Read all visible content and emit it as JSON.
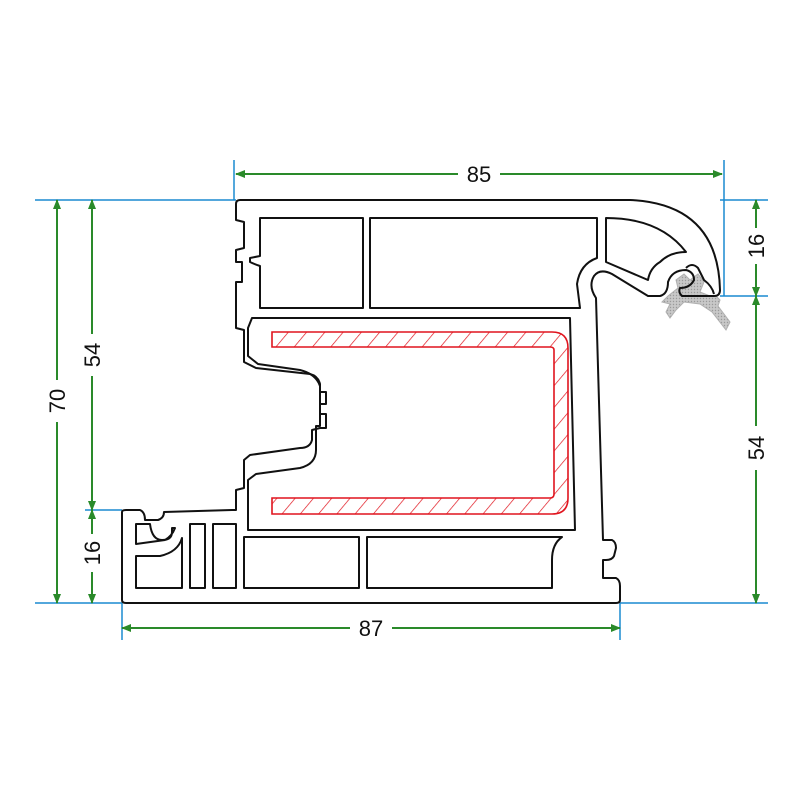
{
  "diagram": {
    "title": "Window frame profile cross-section",
    "colors": {
      "profile": "#111111",
      "steel": "#e0141e",
      "dimension": "#2a8a2a",
      "extension": "#1a8ad0",
      "gasket": "#bdbdbd"
    },
    "dimensions": {
      "top_width": "85",
      "bottom_width": "87",
      "total_height": "70",
      "left_upper_height": "54",
      "left_lower_height": "16",
      "right_upper_height": "16",
      "right_lower_height": "54"
    }
  }
}
